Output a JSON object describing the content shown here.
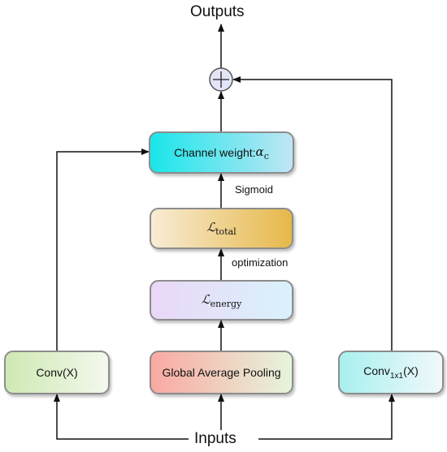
{
  "title_top": "Outputs",
  "title_bottom": "Inputs",
  "nodes": {
    "channel_weight": {
      "text": "Channel weight: ",
      "symbol": "α",
      "symbol_sub": "c"
    },
    "l_total": {
      "symbol": "ℒ",
      "sub": "total"
    },
    "l_energy": {
      "symbol": "ℒ",
      "sub": "energy"
    },
    "gap": "Global Average Pooling",
    "conv_x": "Conv(X)",
    "conv1x1": {
      "prefix": "Conv",
      "sub": "1x1",
      "suffix": "(X)"
    },
    "sum_symbol": "+"
  },
  "edge_labels": {
    "sigmoid": "Sigmoid",
    "optimization": "optimization"
  },
  "colors": {
    "channel_weight_fill": [
      "#19e6ea",
      "#bfe6f4"
    ],
    "l_total_fill": [
      "#f8ecd5",
      "#e6b84a"
    ],
    "l_energy_fill": [
      "#ead7f7",
      "#d9f2fb"
    ],
    "gap_fill": [
      "#f9a9a2",
      "#e6f5dc"
    ],
    "conv_x_fill": [
      "#cfe9b3",
      "#f3f8ec"
    ],
    "conv1x1_fill": [
      "#a8f0ef",
      "#f1f8fb"
    ],
    "sum_fill": "#e3e4f6"
  }
}
